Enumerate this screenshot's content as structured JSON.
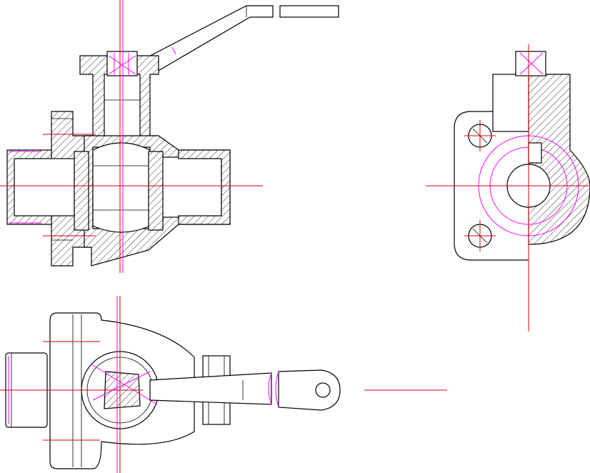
{
  "drawing": {
    "views": [
      {
        "id": "front-section",
        "kind": "sectional elevation"
      },
      {
        "id": "side-section",
        "kind": "side section"
      },
      {
        "id": "top-view",
        "kind": "plan view"
      }
    ],
    "colors": {
      "outline": "#000000",
      "center_lines": "#e00000",
      "hidden_and_thread_lines": "#ff00ff",
      "background": "#ffffff"
    }
  }
}
